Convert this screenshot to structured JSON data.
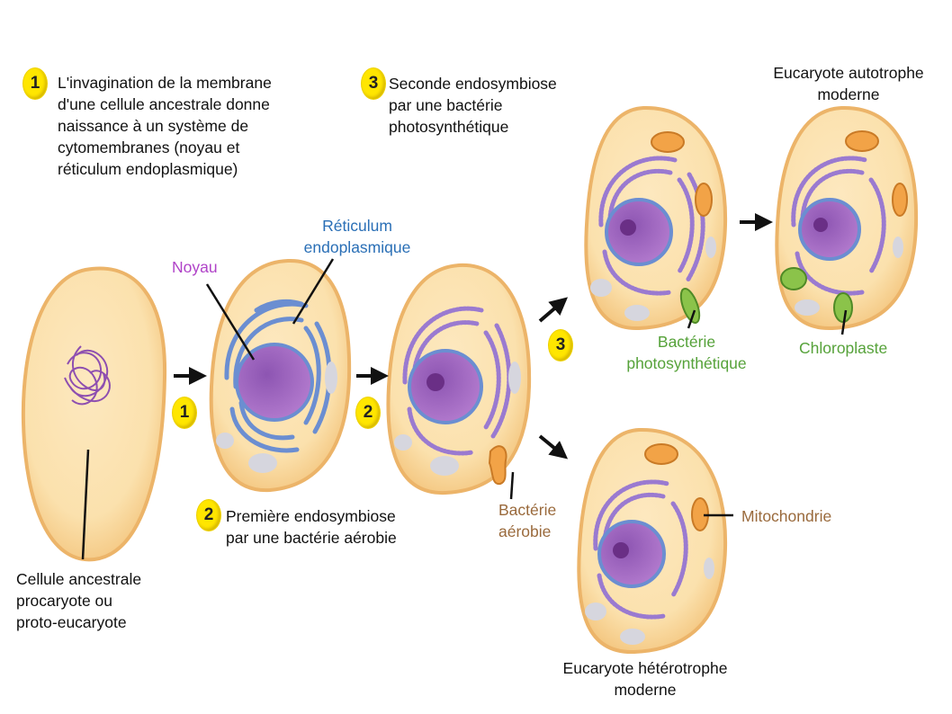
{
  "steps": {
    "step1": {
      "number": "1",
      "lines": [
        "L'invagination de la membrane",
        "d'une cellule ancestrale donne",
        "naissance à un système de",
        "cytomembranes (noyau et",
        "réticulum endoplasmique)"
      ]
    },
    "step2": {
      "number": "2",
      "lines": [
        "Première endosymbiose",
        "par une bactérie aérobie"
      ]
    },
    "step3": {
      "number": "3",
      "lines": [
        "Seconde endosymbiose",
        "par une bactérie",
        "photosynthétique"
      ]
    }
  },
  "labels": {
    "ancestral_cell": [
      "Cellule ancestrale",
      "procaryote ou",
      "proto-eucaryote"
    ],
    "nucleus": "Noyau",
    "er": [
      "Réticulum",
      "endoplasmique"
    ],
    "aerobic_bacterium": [
      "Bactérie",
      "aérobie"
    ],
    "photo_bacterium": [
      "Bactérie",
      "photosynthétique"
    ],
    "chloroplast": "Chloroplaste",
    "mitochondrion": "Mitochondrie",
    "autotroph": [
      "Eucaryote autotrophe",
      "moderne"
    ],
    "heterotroph": [
      "Eucaryote hétérotrophe",
      "moderne"
    ]
  },
  "colors": {
    "cell_fill": "#fbe3b6",
    "cell_outline": "#e8b76a",
    "nucleus_fill": "#9b5fb8",
    "er": "#6b8ed1",
    "mitochondria": "#f2a347",
    "chloroplast": "#8bc34a",
    "badge": "#ffe600"
  }
}
